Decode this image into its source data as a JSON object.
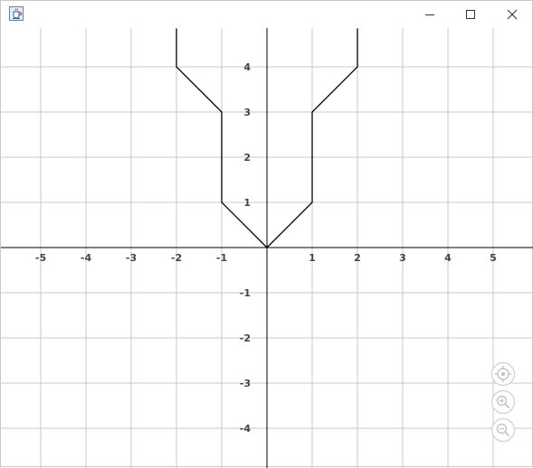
{
  "window": {
    "app_icon": "java-cup-icon",
    "buttons": [
      "minimize-icon",
      "maximize-icon",
      "close-icon"
    ]
  },
  "chart_data": {
    "type": "line",
    "xlim": [
      -5.9,
      5.9
    ],
    "ylim": [
      -4.85,
      4.85
    ],
    "grid": true,
    "x_ticks": [
      "-5",
      "-4",
      "-3",
      "-2",
      "-1",
      "1",
      "2",
      "3",
      "4",
      "5"
    ],
    "y_ticks": [
      "4",
      "3",
      "2",
      "1",
      "-1",
      "-2",
      "-3",
      "-4"
    ],
    "series": [
      {
        "x": [
          -2,
          -2,
          -1,
          -1,
          0
        ],
        "y": [
          4.85,
          4,
          3,
          1,
          0
        ]
      },
      {
        "x": [
          0,
          1,
          1,
          2,
          2
        ],
        "y": [
          0,
          1,
          3,
          4,
          4.85
        ]
      }
    ],
    "line_color": "#000000",
    "grid_color": "#c8c8c8",
    "axis_color": "#000000"
  },
  "controls": [
    "center-icon",
    "zoom-in-icon",
    "zoom-out-icon"
  ]
}
